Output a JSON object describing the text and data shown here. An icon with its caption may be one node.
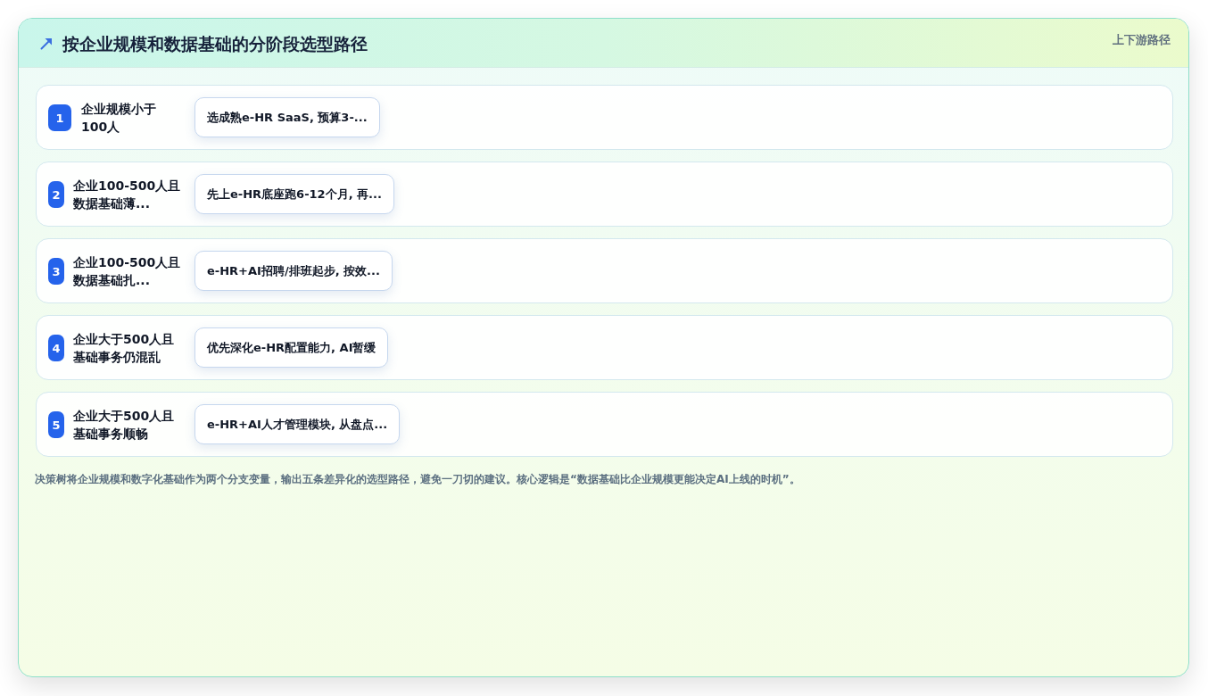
{
  "diagram": {
    "title": "按企业规模和数据基础的分阶段选型路径",
    "caption": "决策树将企业规模和数字化基础作为两个分支变量，输出五条差异化的选型路径，避免一刀切的建议。核心逻辑是“数据基础比企业规模更能决定AI上线的时机”。",
    "nodes": [
      {
        "text": [
          "企业规模小于100人"
        ]
      },
      {
        "text": [
          "1"
        ],
        "in": 0
      },
      {
        "text": [
          "选成熟e-HR SaaS, 预算3-..."
        ],
        "in": 0
      },
      {
        "text": [
          "企业100-500人且数据基础薄..."
        ]
      },
      {
        "text": [
          "2"
        ],
        "in": 3
      },
      {
        "text": [
          "先上e-HR底座跑6-12个月, 再..."
        ],
        "in": 3
      },
      {
        "text": [
          "企业100-500人且数据基础扎..."
        ]
      },
      {
        "text": [
          "3"
        ],
        "in": 6
      },
      {
        "text": [
          "e-HR+AI招聘/排班起步, 按效..."
        ],
        "in": 6
      },
      {
        "text": [
          "企业大于500人且基础事务仍混乱"
        ]
      },
      {
        "text": [
          "4"
        ],
        "in": 9
      },
      {
        "text": [
          "优先深化e-HR配置能力, AI暂缓"
        ],
        "in": 9
      },
      {
        "text": [
          "企业大于500人且基础事务顺畅"
        ]
      },
      {
        "text": [
          "5"
        ],
        "in": 12
      },
      {
        "text": [
          "e-HR+AI人才管理模块, 从盘点..."
        ],
        "in": 12
      }
    ],
    "labels": [
      "上下游路径"
    ]
  }
}
